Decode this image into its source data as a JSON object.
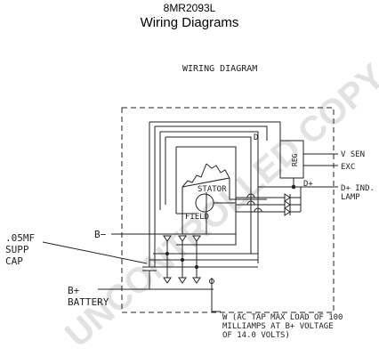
{
  "header": {
    "model": "8MR2093L",
    "subtitle": "Wiring Diagrams"
  },
  "diagram": {
    "heading": "WIRING DIAGRAM",
    "watermark": "UNCONTROLLED COPY",
    "labels": {
      "reg": "REG",
      "d_top": "D",
      "d_plus": "D+",
      "stator": "STATOR",
      "field": "FIELD",
      "v_sen": "V SEN",
      "exc": "EXC",
      "d_plus_ind": "D+ IND.",
      "lamp": "LAMP",
      "supp_1": ".05MF",
      "supp_2": "SUPP",
      "supp_3": "CAP",
      "b_minus": "B−",
      "b_plus": "B+",
      "battery": "BATTERY",
      "w_note_1": "W (AC TAP MAX LOAD OF 100",
      "w_note_2": "MILLIAMPS AT B+ VOLTAGE",
      "w_note_3": "OF 14.0 VOLTS)"
    },
    "colors": {
      "line": "#222222",
      "watermark": "#e2e2e2"
    }
  }
}
